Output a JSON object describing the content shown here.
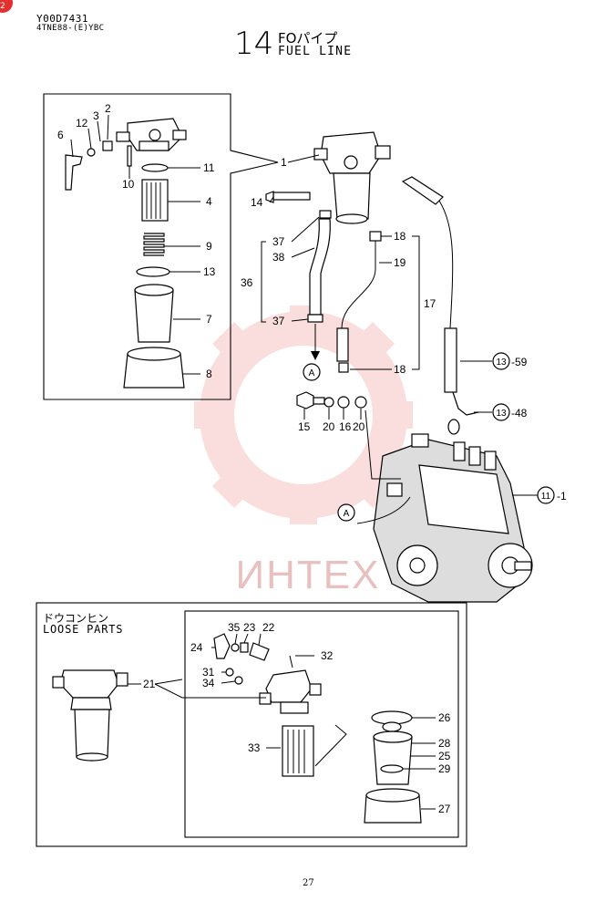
{
  "header": {
    "code_line1": "Y00D7431",
    "code_line2": "4TNE88-(E)YBC",
    "section_number": "14",
    "title_jp": "FOパイプ",
    "title_en": "FUEL LINE"
  },
  "badge": {
    "text": "2",
    "color": "#e3302f"
  },
  "watermark": {
    "text": "ИНТЕХ",
    "color": "#f2b8b8"
  },
  "loose_parts": {
    "label_jp": "ドウコンヒン",
    "label_en": "LOOSE PARTS"
  },
  "callouts": {
    "c1": "1",
    "c2": "2",
    "c3": "3",
    "c4": "4",
    "c6": "6",
    "c7": "7",
    "c8": "8",
    "c9": "9",
    "c10": "10",
    "c11": "11",
    "c12": "12",
    "c13": "13",
    "c14": "14",
    "c15": "15",
    "c16": "16",
    "c17": "17",
    "c18a": "18",
    "c18b": "18",
    "c19": "19",
    "c20a": "20",
    "c20b": "20",
    "c21": "21",
    "c22": "22",
    "c23": "23",
    "c24": "24",
    "c25": "25",
    "c26": "26",
    "c27": "27",
    "c28": "28",
    "c29": "29",
    "c31": "31",
    "c32": "32",
    "c33": "33",
    "c34": "34",
    "c35": "35",
    "c36": "36",
    "c37a": "37",
    "c37b": "37",
    "c38": "38",
    "ref13a": "13",
    "ref13a_suffix": "-59",
    "ref13b": "13",
    "ref13b_suffix": "-48",
    "ref11": "11",
    "ref11_suffix": "-1",
    "refA1": "A",
    "refA2": "A"
  },
  "page_number": "27"
}
